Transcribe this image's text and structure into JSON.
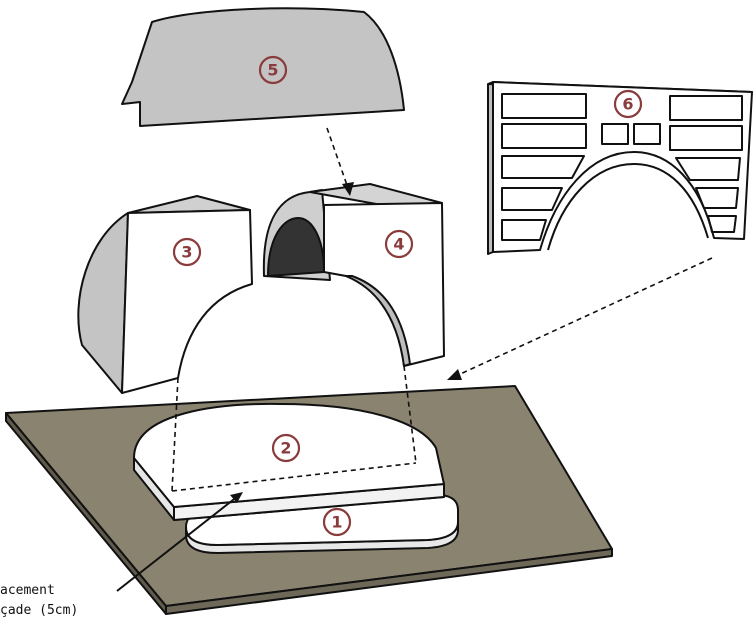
{
  "parts": [
    {
      "id": "part-1",
      "label": "1"
    },
    {
      "id": "part-2",
      "label": "2"
    },
    {
      "id": "part-3",
      "label": "3"
    },
    {
      "id": "part-4",
      "label": "4"
    },
    {
      "id": "part-5",
      "label": "5"
    },
    {
      "id": "part-6",
      "label": "6"
    }
  ],
  "annotation": {
    "line1": "acement",
    "line2": "çade (5cm)"
  },
  "colors": {
    "base_slab": "#8a8370",
    "base_slab_side": "#6e6858",
    "dome_gray": "#c4c4c4",
    "dome_light": "#d4d4d4",
    "block_white": "#ffffff",
    "interior_dark": "#333333",
    "number_accent": "#8a3b3b"
  }
}
